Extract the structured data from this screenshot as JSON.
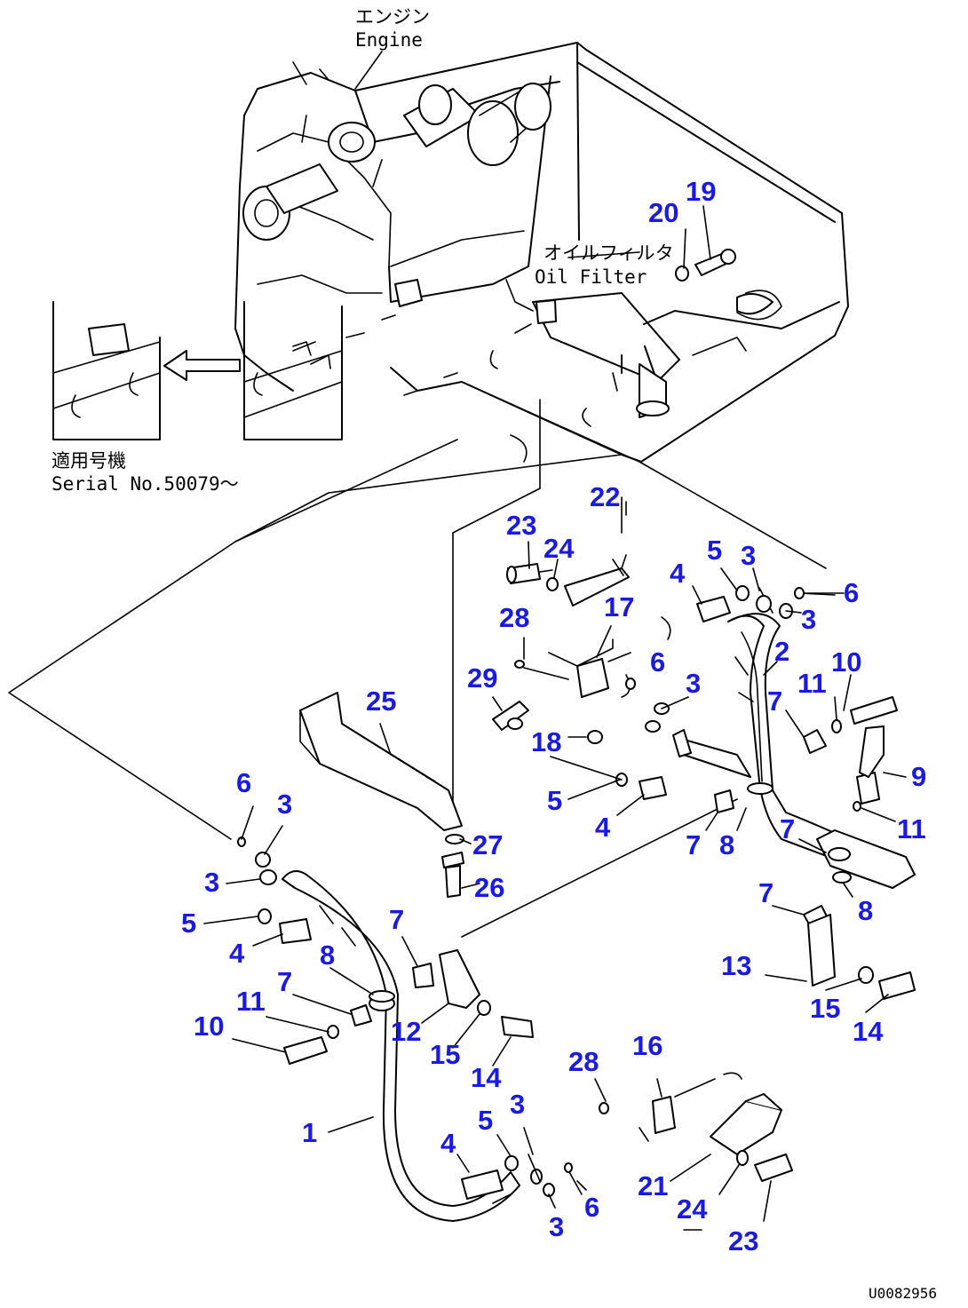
{
  "labels": {
    "engine_jp": "エンジン",
    "engine_en": "Engine",
    "oil_filter_jp": "オイルフィルタ",
    "oil_filter_en": "Oil Filter",
    "serial_jp": "適用号機",
    "serial_en": "Serial No.50079～",
    "drawing_code": "U0082956"
  },
  "callouts": [
    "19",
    "20",
    "22",
    "23",
    "24",
    "17",
    "28",
    "29",
    "18",
    "25",
    "4",
    "5",
    "3",
    "3",
    "6",
    "2",
    "10",
    "11",
    "7",
    "6",
    "3",
    "5",
    "4",
    "9",
    "11",
    "7",
    "8",
    "7",
    "8",
    "7",
    "13",
    "15",
    "14",
    "6",
    "3",
    "3",
    "5",
    "4",
    "8",
    "7",
    "11",
    "10",
    "7",
    "12",
    "15",
    "14",
    "1",
    "28",
    "16",
    "4",
    "5",
    "3",
    "6",
    "3",
    "21",
    "24",
    "23",
    "27",
    "26"
  ],
  "colors": {
    "callout": "#1a1ae6",
    "line": "#000000",
    "background": "#ffffff"
  }
}
